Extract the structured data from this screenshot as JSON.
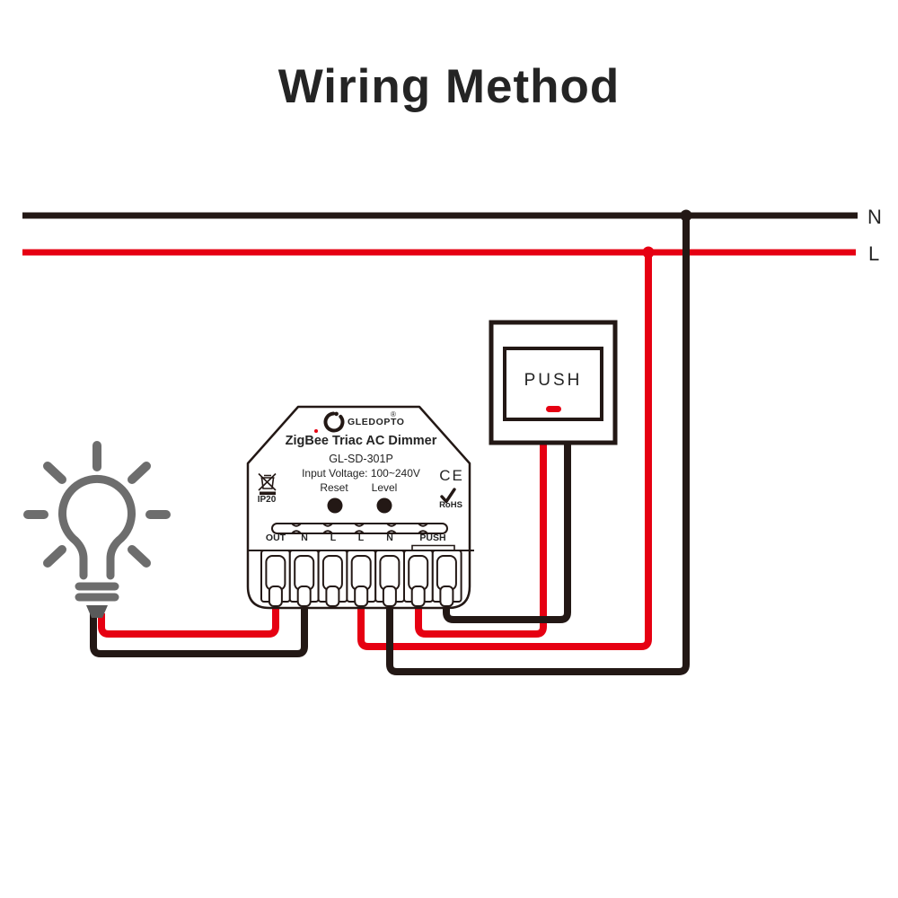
{
  "title": "Wiring Method",
  "colors": {
    "wire_red": "#e60012",
    "wire_black": "#231815",
    "bulb_gray": "#6d6d6d",
    "text_dark": "#242424"
  },
  "bus": {
    "neutral_label": "N",
    "live_label": "L"
  },
  "push_switch": {
    "label": "PUSH"
  },
  "device": {
    "brand": "GLEDOPTO",
    "registered_mark": "®",
    "product_name": "ZigBee Triac AC Dimmer",
    "model": "GL-SD-301P",
    "input_voltage": "Input Voltage: 100~240V",
    "reset_label": "Reset",
    "level_label": "Level",
    "ip_rating": "IP20",
    "ce_mark": "CE",
    "rohs_label": "RoHS",
    "terminals": [
      "OUT",
      "N",
      "L",
      "L",
      "N",
      "PUSH"
    ]
  },
  "wiring": [
    {
      "wire": "red",
      "from": "terminal OUT",
      "to": "lamp"
    },
    {
      "wire": "black",
      "from": "terminal N (left)",
      "to": "lamp"
    },
    {
      "wire": "red",
      "from": "terminal L",
      "to": "L bus"
    },
    {
      "wire": "black",
      "from": "terminal N (right)",
      "to": "N bus"
    },
    {
      "wire": "red",
      "from": "terminal PUSH",
      "to": "push switch"
    },
    {
      "wire": "black",
      "from": "terminal PUSH",
      "to": "push switch"
    }
  ]
}
